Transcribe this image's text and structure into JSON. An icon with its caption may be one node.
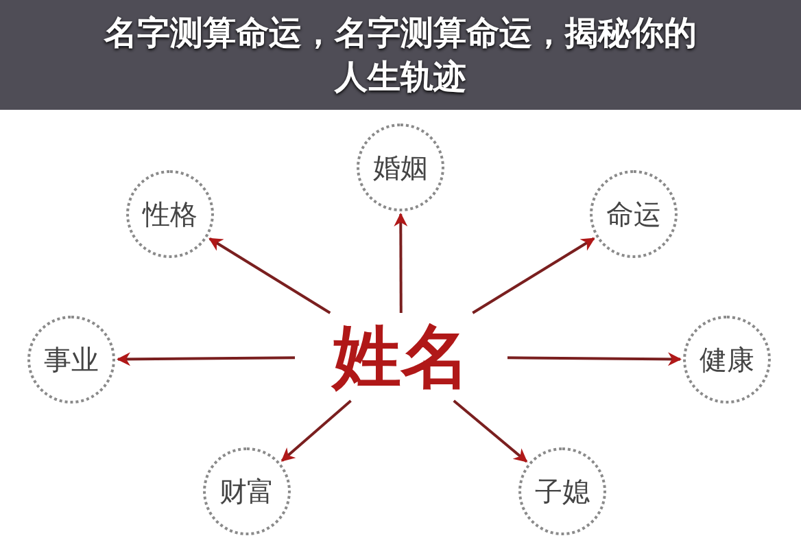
{
  "diagram": {
    "title": "名字测算命运，名字测算命运，揭秘你的人生轨迹",
    "nodes": [
      {
        "text": [
          "姓名"
        ]
      },
      {
        "text": [
          "婚姻"
        ]
      },
      {
        "text": [
          "性格"
        ]
      },
      {
        "text": [
          "命运"
        ]
      },
      {
        "text": [
          "事业"
        ]
      },
      {
        "text": [
          "健康"
        ]
      },
      {
        "text": [
          "财富"
        ]
      },
      {
        "text": [
          "子媳"
        ]
      }
    ],
    "edges": [
      {
        "from": 0,
        "to": 1,
        "arrow": "to"
      },
      {
        "from": 0,
        "to": 2,
        "arrow": "to"
      },
      {
        "from": 0,
        "to": 3,
        "arrow": "to"
      },
      {
        "from": 0,
        "to": 4,
        "arrow": "to"
      },
      {
        "from": 0,
        "to": 5,
        "arrow": "to"
      },
      {
        "from": 0,
        "to": 6,
        "arrow": "to"
      },
      {
        "from": 0,
        "to": 7,
        "arrow": "to"
      }
    ]
  }
}
